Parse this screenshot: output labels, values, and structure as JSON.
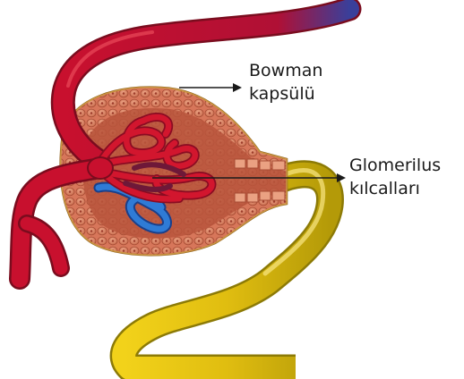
{
  "labels": {
    "bowman_line1": "Bowman",
    "bowman_line2": "kapsülü",
    "glomerulus_line1": "Glomerilus",
    "glomerulus_line2": "kılcalları"
  }
}
